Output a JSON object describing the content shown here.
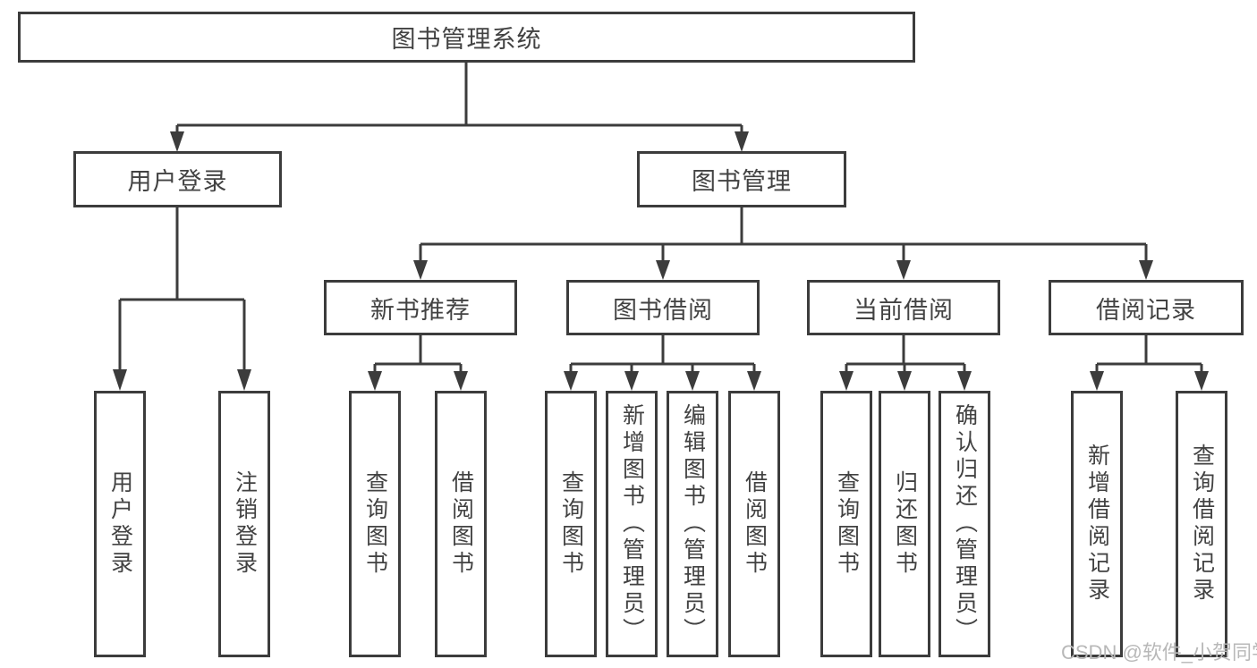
{
  "diagram": {
    "root": {
      "label": "图书管理系统"
    },
    "branches": [
      {
        "label": "用户登录",
        "children": [
          {
            "label": "用户登录"
          },
          {
            "label": "注销登录"
          }
        ]
      },
      {
        "label": "图书管理",
        "children": [
          {
            "label": "新书推荐",
            "children": [
              {
                "label": "查询图书"
              },
              {
                "label": "借阅图书"
              }
            ]
          },
          {
            "label": "图书借阅",
            "children": [
              {
                "label": "查询图书"
              },
              {
                "label": "新增图书（管理员）"
              },
              {
                "label": "编辑图书（管理员）"
              },
              {
                "label": "借阅图书"
              }
            ]
          },
          {
            "label": "当前借阅",
            "children": [
              {
                "label": "查询图书"
              },
              {
                "label": "归还图书"
              },
              {
                "label": "确认归还（管理员）"
              }
            ]
          },
          {
            "label": "借阅记录",
            "children": [
              {
                "label": "新增借阅记录"
              },
              {
                "label": "查询借阅记录"
              }
            ]
          }
        ]
      }
    ],
    "colors": {
      "line": "#3C3C3C",
      "box_border": "#3C3C3C",
      "text": "#424242",
      "background": "#FFFFFF",
      "watermark": "#B8B8B8"
    }
  },
  "watermark": {
    "text": "CSDN @软件_小贺同学"
  }
}
